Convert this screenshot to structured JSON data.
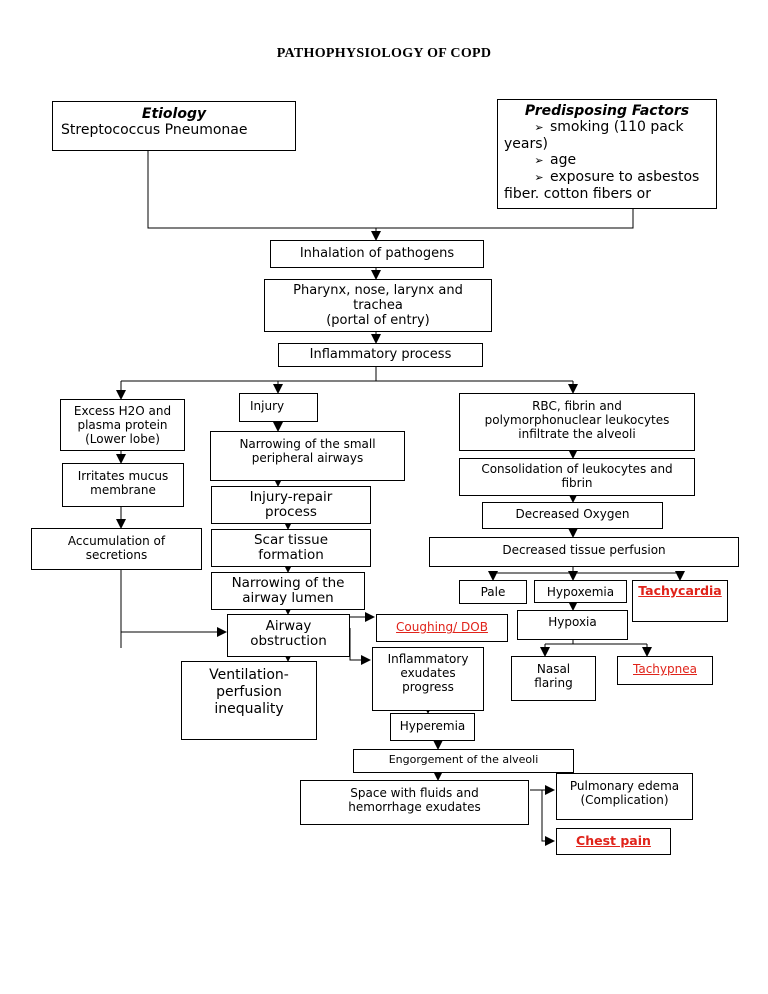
{
  "title": "PATHOPHYSIOLOGY OF COPD",
  "etiology": {
    "heading": "Etiology",
    "text": "Streptococcus Pneumonae"
  },
  "predisposing": {
    "heading": "Predisposing Factors",
    "items": [
      "smoking (110 pack",
      "years)",
      "age",
      "exposure to asbestos",
      "fiber. cotton fibers or"
    ]
  },
  "nodes": {
    "inhalation": "Inhalation of pathogens",
    "portal_line1": "Pharynx, nose, larynx and",
    "portal_line2": "trachea",
    "portal_line3": "(portal of entry)",
    "inflammatory": "Inflammatory process",
    "excess_h2o_line1": "Excess H2O and",
    "excess_h2o_line2": "plasma protein",
    "excess_h2o_line3": "(Lower lobe)",
    "irritates_line1": "Irritates mucus",
    "irritates_line2": "membrane",
    "accumulation_line1": "Accumulation of",
    "accumulation_line2": "secretions",
    "injury": "Injury",
    "narrowing_small_line1": "Narrowing of the small",
    "narrowing_small_line2": "peripheral airways",
    "injury_repair_line1": "Injury-repair",
    "injury_repair_line2": "process",
    "scar_line1": "Scar tissue",
    "scar_line2": "formation",
    "narrowing_lumen_line1": "Narrowing of the",
    "narrowing_lumen_line2": "airway lumen",
    "airway_obstruction_line1": "Airway",
    "airway_obstruction_line2": "obstruction",
    "vq_line1": "Ventilation-",
    "vq_line2": "perfusion",
    "vq_line3": "inequality",
    "rbc_line1": "RBC, fibrin and",
    "rbc_line2": "polymorphonuclear leukocytes",
    "rbc_line3": "infiltrate the alveoli",
    "consolidation_line1": "Consolidation of leukocytes and",
    "consolidation_line2": "fibrin",
    "decreased_oxygen": "Decreased Oxygen",
    "decreased_perfusion": "Decreased tissue perfusion",
    "pale": "Pale",
    "hypoxemia": "Hypoxemia",
    "tachycardia": "Tachycardia",
    "hypoxia": "Hypoxia",
    "nasal_line1": "Nasal",
    "nasal_line2": "flaring",
    "tachypnea": "Tachypnea",
    "coughing": "Coughing/ DOB",
    "exudates_line1": "Inflammatory",
    "exudates_line2": "exudates",
    "exudates_line3": "progress",
    "hyperemia": "Hyperemia",
    "engorgement": "Engorgement of the alveoli",
    "space_line1": "Space with fluids and",
    "space_line2": "hemorrhage exudates",
    "edema_line1": "Pulmonary edema",
    "edema_line2": "(Complication)",
    "chest_pain": "Chest pain"
  },
  "colors": {
    "red_symptom": "#e0231a",
    "line": "#000000"
  }
}
